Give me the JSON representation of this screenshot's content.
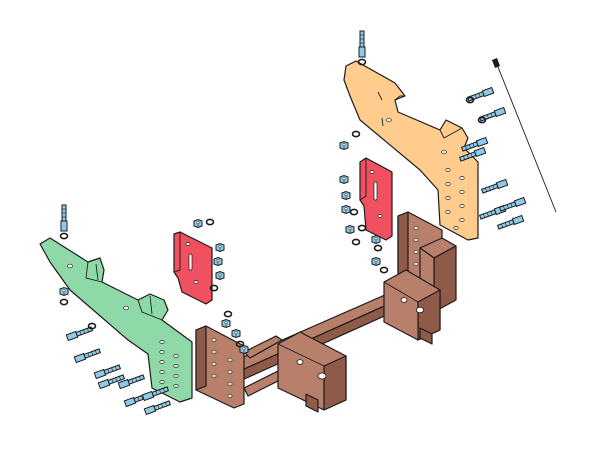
{
  "diagram": {
    "kind": "exploded-assembly",
    "colors": {
      "left_bracket": "#8fd8a8",
      "right_bracket": "#ffcc8e",
      "spacer_plates": "#f0505f",
      "receiver_frame": "#b87f6b",
      "receiver_frame_dark": "#8f5a48",
      "fasteners": "#8fcbe8",
      "outline": "#1c1c1c"
    },
    "parts": [
      {
        "id": "left-side-bracket",
        "icon": "angled-bracket-green"
      },
      {
        "id": "right-side-bracket",
        "icon": "angled-bracket-orange"
      },
      {
        "id": "left-spacer-plate",
        "icon": "slotted-plate-red"
      },
      {
        "id": "right-spacer-plate",
        "icon": "slotted-plate-red"
      },
      {
        "id": "receiver-crossbar-frame",
        "icon": "tube-frame-brown"
      },
      {
        "id": "hex-bolts",
        "icon": "bolt-blue"
      },
      {
        "id": "washers",
        "icon": "washer-ring"
      },
      {
        "id": "hex-nuts",
        "icon": "hex-nut-blue"
      },
      {
        "id": "fish-wire-tool",
        "icon": "pull-wire"
      }
    ]
  }
}
